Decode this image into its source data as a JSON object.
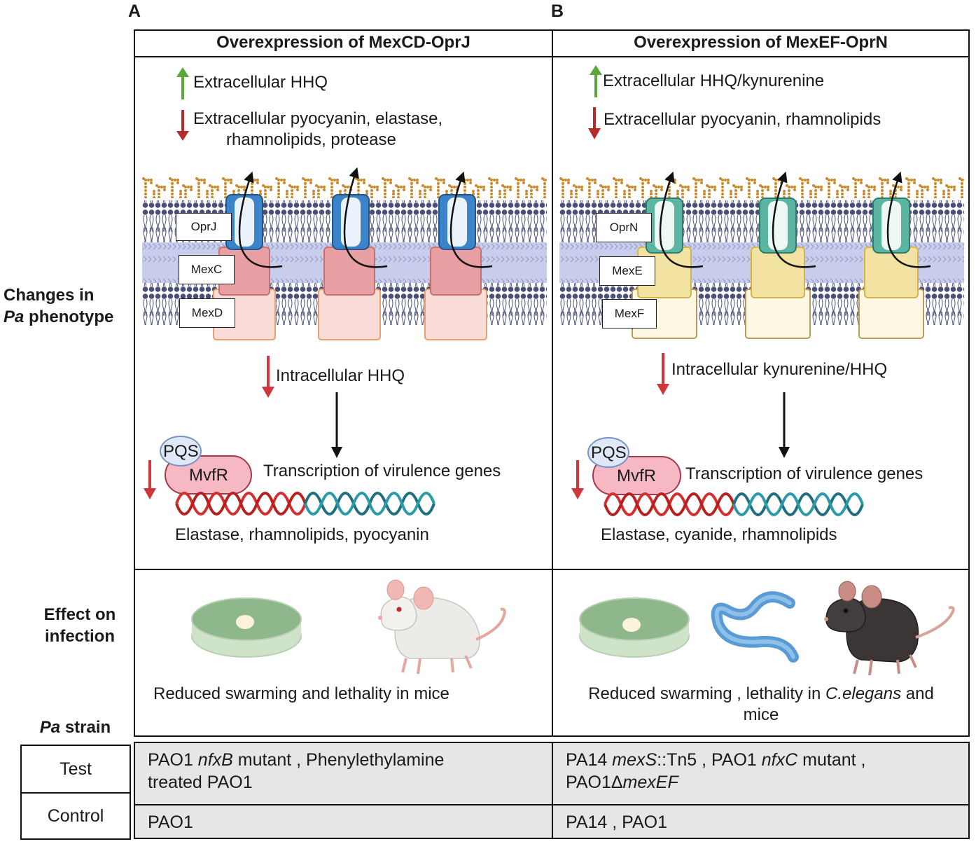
{
  "panels": {
    "a": {
      "letter": "A",
      "title": "Overexpression of MexCD-OprJ",
      "up_text": "Extracellular HHQ",
      "down_text_1": "Extracellular pyocyanin, elastase,",
      "down_text_2": "rhamnolipids, protease",
      "protein_labels": [
        "OprJ",
        "MexC",
        "MexD"
      ],
      "intracellular_text": "Intracellular HHQ",
      "pqs": "PQS",
      "regulator": "MvfR",
      "transcription_text": "Transcription of virulence genes",
      "genes_text": "Elastase, rhamnolipids, pyocyanin",
      "infection_text": "Reduced swarming and lethality in mice"
    },
    "b": {
      "letter": "B",
      "title": "Overexpression of MexEF-OprN",
      "up_text": "Extracellular HHQ/kynurenine",
      "down_text": "Extracellular pyocyanin, rhamnolipids",
      "protein_labels": [
        "OprN",
        "MexE",
        "MexF"
      ],
      "intracellular_text": "Intracellular kynurenine/HHQ",
      "pqs": "PQS",
      "regulator": "MvfR",
      "transcription_text": "Transcription of virulence genes",
      "genes_text": "Elastase, cyanide, rhamnolipids",
      "infection_text_1": "Reduced swarming , lethality in",
      "infection_text_italic": "C.elegans",
      "infection_text_2": "and",
      "infection_text_3": "mice"
    }
  },
  "row_labels": {
    "phenotype_1": "Changes in",
    "phenotype_italic": "Pa",
    "phenotype_2": "phenotype",
    "infection_1": "Effect on",
    "infection_2": "infection",
    "strain_italic": "Pa",
    "strain": "strain"
  },
  "table": {
    "test_label": "Test",
    "control_label": "Control",
    "a_test_1": "PAO1",
    "a_test_italic": "nfxB",
    "a_test_2": "mutant , Phenylethylamine",
    "a_test_3": "treated PAO1",
    "a_control": "PAO1",
    "b_test_1": "PA14",
    "b_test_italic_1": "mexS",
    "b_test_2": "::Tn5 , PAO1",
    "b_test_italic_2": "nfxC",
    "b_test_3": "mutant ,",
    "b_test_4": "PAO1Δ",
    "b_test_italic_3": "mexEF",
    "b_control": "PA14 , PAO1"
  },
  "colors": {
    "up_arrow": "#5aa83a",
    "down_arrow": "#b52a2a",
    "oprj_blue": "#3b84c9",
    "mexc_pink": "#e8a0a4",
    "mexd_pink": "#f9dcd8",
    "oprn_teal": "#5bb5a2",
    "mexe_yellow": "#f3e3a3",
    "mexf_cream": "#fdf7e4",
    "membrane": "#c8cdec",
    "lipid_head": "#4a5078",
    "lps": "#c98a2b",
    "dna_red": "#d42e2e",
    "dna_teal": "#1f6f7f",
    "mvfr_fill": "#f6b8c2",
    "pqs_fill": "#dfe8f7"
  }
}
